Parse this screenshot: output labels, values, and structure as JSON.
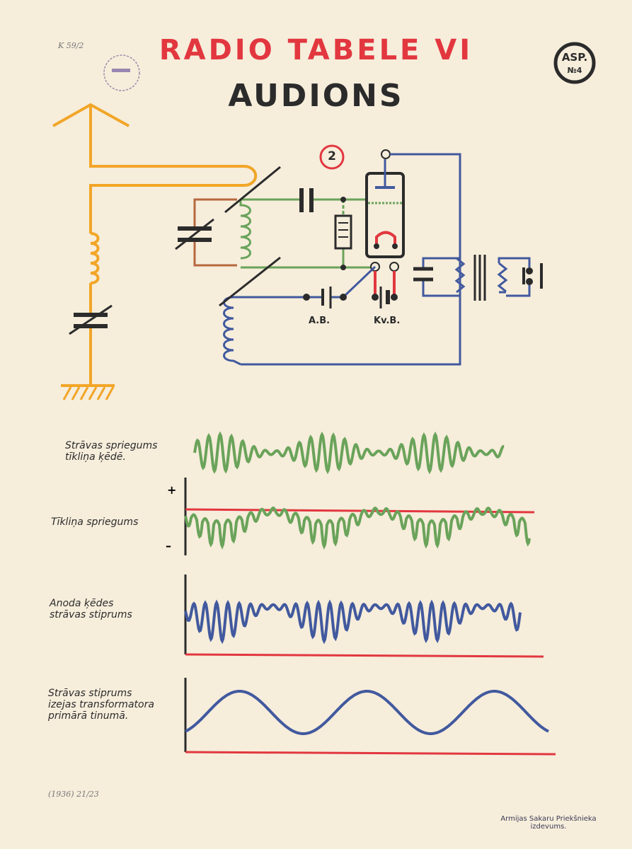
{
  "header": {
    "title": "RADIO TABELE VI",
    "subtitle": "AUDIONS",
    "archive_mark": "K 59/2",
    "logo_text": "ASP. №4",
    "figure_number": "2"
  },
  "circuit": {
    "battery_a_label": "A.B.",
    "battery_kv_label": "Kv.B."
  },
  "graphs": [
    {
      "label_lines": [
        "Strāvas spriegums",
        "tīkliņa ķēdē."
      ]
    },
    {
      "label_lines": [
        "Tīkliņa spriegums"
      ],
      "plus": "+",
      "minus": "–"
    },
    {
      "label_lines": [
        "Anoda ķēdes",
        "strāvas stiprums"
      ]
    },
    {
      "label_lines": [
        "Strāvas stiprums",
        "izejas transformatora",
        "primārā tinumā."
      ]
    }
  ],
  "footer": {
    "handwritten_note": "(1936) 21/23",
    "publisher_line1": "Armijas Sakaru Priekšnieka",
    "publisher_line2": "izdevums."
  },
  "colors": {
    "background": "#f6eddb",
    "title_red": "#e2373f",
    "orange": "#f2a527",
    "green": "#6aa35a",
    "blue": "#41599e",
    "brown": "#b5683e",
    "red": "#e2373f",
    "dark": "#2b2b2b"
  }
}
